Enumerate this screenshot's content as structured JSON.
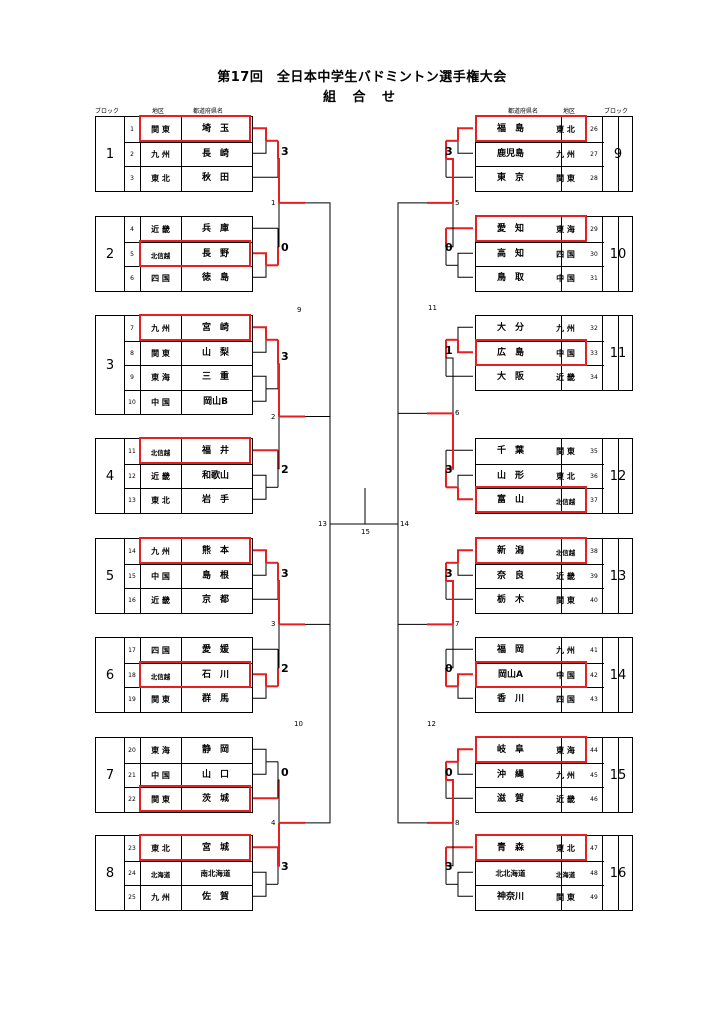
{
  "header": {
    "title": "第17回　全日本中学生バドミントン選手権大会",
    "subtitle": "組 合 せ",
    "left_cols": {
      "block": "ブロック",
      "region": "地区",
      "pref": "都道府県名"
    },
    "right_cols": {
      "pref": "都道府県名",
      "region": "地区",
      "block": "ブロック"
    }
  },
  "left_blocks": [
    {
      "block": "1",
      "teams": [
        {
          "no": "1",
          "region": "関 東",
          "pref": "埼　玉",
          "win": true
        },
        {
          "no": "2",
          "region": "九 州",
          "pref": "長　崎"
        },
        {
          "no": "3",
          "region": "東 北",
          "pref": "秋　田"
        }
      ]
    },
    {
      "block": "2",
      "teams": [
        {
          "no": "4",
          "region": "近 畿",
          "pref": "兵　庫"
        },
        {
          "no": "5",
          "region": "北信越",
          "pref": "長　野",
          "win": true
        },
        {
          "no": "6",
          "region": "四 国",
          "pref": "徳　島"
        }
      ]
    },
    {
      "block": "3",
      "teams": [
        {
          "no": "7",
          "region": "九 州",
          "pref": "宮　崎",
          "win": true
        },
        {
          "no": "8",
          "region": "関 東",
          "pref": "山　梨"
        },
        {
          "no": "9",
          "region": "東 海",
          "pref": "三　重"
        },
        {
          "no": "10",
          "region": "中 国",
          "pref": "岡山B"
        }
      ]
    },
    {
      "block": "4",
      "teams": [
        {
          "no": "11",
          "region": "北信越",
          "pref": "福　井",
          "win": true
        },
        {
          "no": "12",
          "region": "近 畿",
          "pref": "和歌山"
        },
        {
          "no": "13",
          "region": "東 北",
          "pref": "岩　手"
        }
      ]
    },
    {
      "block": "5",
      "teams": [
        {
          "no": "14",
          "region": "九 州",
          "pref": "熊　本",
          "win": true
        },
        {
          "no": "15",
          "region": "中 国",
          "pref": "島　根"
        },
        {
          "no": "16",
          "region": "近 畿",
          "pref": "京　都"
        }
      ]
    },
    {
      "block": "6",
      "teams": [
        {
          "no": "17",
          "region": "四 国",
          "pref": "愛　媛"
        },
        {
          "no": "18",
          "region": "北信越",
          "pref": "石　川",
          "win": true
        },
        {
          "no": "19",
          "region": "関 東",
          "pref": "群　馬"
        }
      ]
    },
    {
      "block": "7",
      "teams": [
        {
          "no": "20",
          "region": "東 海",
          "pref": "静　岡"
        },
        {
          "no": "21",
          "region": "中 国",
          "pref": "山　口"
        },
        {
          "no": "22",
          "region": "関 東",
          "pref": "茨　城",
          "win": true
        }
      ]
    },
    {
      "block": "8",
      "teams": [
        {
          "no": "23",
          "region": "東 北",
          "pref": "宮　城",
          "win": true
        },
        {
          "no": "24",
          "region": "北海道",
          "pref": "南北海道"
        },
        {
          "no": "25",
          "region": "九 州",
          "pref": "佐　賀"
        }
      ]
    }
  ],
  "right_blocks": [
    {
      "block": "9",
      "teams": [
        {
          "no": "26",
          "region": "東 北",
          "pref": "福　島",
          "win": true
        },
        {
          "no": "27",
          "region": "九 州",
          "pref": "鹿児島"
        },
        {
          "no": "28",
          "region": "関 東",
          "pref": "東　京"
        }
      ]
    },
    {
      "block": "10",
      "teams": [
        {
          "no": "29",
          "region": "東 海",
          "pref": "愛　知",
          "win": true
        },
        {
          "no": "30",
          "region": "四 国",
          "pref": "高　知"
        },
        {
          "no": "31",
          "region": "中 国",
          "pref": "鳥　取"
        }
      ]
    },
    {
      "block": "11",
      "teams": [
        {
          "no": "32",
          "region": "九 州",
          "pref": "大　分"
        },
        {
          "no": "33",
          "region": "中 国",
          "pref": "広　島",
          "win": true
        },
        {
          "no": "34",
          "region": "近 畿",
          "pref": "大　阪"
        }
      ]
    },
    {
      "block": "12",
      "teams": [
        {
          "no": "35",
          "region": "関 東",
          "pref": "千　葉"
        },
        {
          "no": "36",
          "region": "東 北",
          "pref": "山　形"
        },
        {
          "no": "37",
          "region": "北信越",
          "pref": "富　山",
          "win": true
        }
      ]
    },
    {
      "block": "13",
      "teams": [
        {
          "no": "38",
          "region": "北信越",
          "pref": "新　潟",
          "win": true
        },
        {
          "no": "39",
          "region": "近 畿",
          "pref": "奈　良"
        },
        {
          "no": "40",
          "region": "関 東",
          "pref": "栃　木"
        }
      ]
    },
    {
      "block": "14",
      "teams": [
        {
          "no": "41",
          "region": "九 州",
          "pref": "福　岡"
        },
        {
          "no": "42",
          "region": "中 国",
          "pref": "岡山A",
          "win": true
        },
        {
          "no": "43",
          "region": "四 国",
          "pref": "香　川"
        }
      ]
    },
    {
      "block": "15",
      "teams": [
        {
          "no": "44",
          "region": "東 海",
          "pref": "岐　阜",
          "win": true
        },
        {
          "no": "45",
          "region": "九 州",
          "pref": "沖　縄"
        },
        {
          "no": "46",
          "region": "近 畿",
          "pref": "滋　賀"
        }
      ]
    },
    {
      "block": "16",
      "teams": [
        {
          "no": "47",
          "region": "東 北",
          "pref": "青　森",
          "win": true
        },
        {
          "no": "48",
          "region": "北海道",
          "pref": "北北海道"
        },
        {
          "no": "49",
          "region": "関 東",
          "pref": "神奈川"
        }
      ]
    }
  ],
  "scores_left": [
    "3",
    "0",
    "3",
    "2",
    "3",
    "2",
    "0",
    "3"
  ],
  "scores_right": [
    "3",
    "0",
    "1",
    "3",
    "3",
    "0",
    "0",
    "3"
  ],
  "match_numbers": [
    "1",
    "2",
    "3",
    "4",
    "5",
    "6",
    "7",
    "8",
    "9",
    "10",
    "11",
    "12",
    "13",
    "14",
    "15"
  ],
  "colors": {
    "winner": "#e52020",
    "line": "#000000"
  }
}
